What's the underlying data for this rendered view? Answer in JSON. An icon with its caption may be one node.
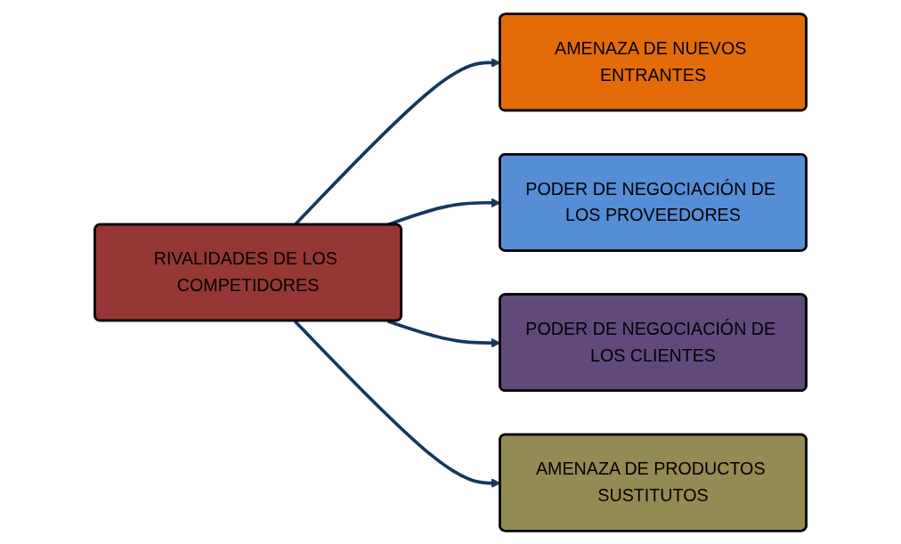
{
  "diagram": {
    "nodes": [
      {
        "text": [
          "AMENAZA DE NUEVOS ENTRANTES"
        ]
      },
      {
        "text": [
          "PODER DE NEGOCIACIÓN DE LOS PROVEEDORES"
        ]
      },
      {
        "text": [
          "RIVALIDADES DE LOS COMPETIDORES"
        ]
      },
      {
        "text": [
          "PODER DE NEGOCIACIÓN DE LOS CLIENTES"
        ]
      },
      {
        "text": [
          "AMENAZA DE PRODUCTOS SUSTITUTOS"
        ]
      }
    ],
    "edges": [
      {
        "from": 2,
        "to": 0,
        "arrow": "to"
      },
      {
        "from": 2,
        "to": 1,
        "arrow": "to"
      },
      {
        "from": 2,
        "to": 3,
        "arrow": "to"
      },
      {
        "from": 2,
        "to": 4,
        "arrow": "to"
      }
    ]
  }
}
